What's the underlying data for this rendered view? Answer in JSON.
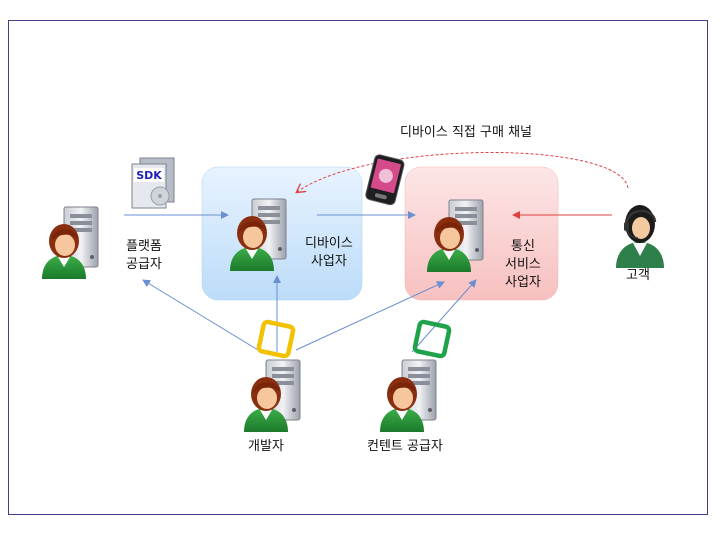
{
  "labels": {
    "channel": "디바이스 직접 구매 채널",
    "platform_line1": "플랫폼",
    "platform_line2": "공급자",
    "device_line1": "디바이스",
    "device_line2": "사업자",
    "telecom_line1": "통신",
    "telecom_line2": "서비스",
    "telecom_line3": "사업자",
    "customer": "고객",
    "developer": "개발자",
    "content": "컨텐트 공급자",
    "sdk_badge": "SDK"
  },
  "colors": {
    "device_box": "#cfe6fb",
    "telecom_box": "#fbd2d2",
    "blue_arrow": "#6b8fd0",
    "red_arrow": "#e04040",
    "yellow_mark": "#f2c200",
    "green_mark": "#1fa34a",
    "frame": "#4a3a8a"
  },
  "icons": [
    "server-person-icon",
    "customer-headset-icon",
    "sdk-box-icon",
    "mobile-phone-icon"
  ]
}
